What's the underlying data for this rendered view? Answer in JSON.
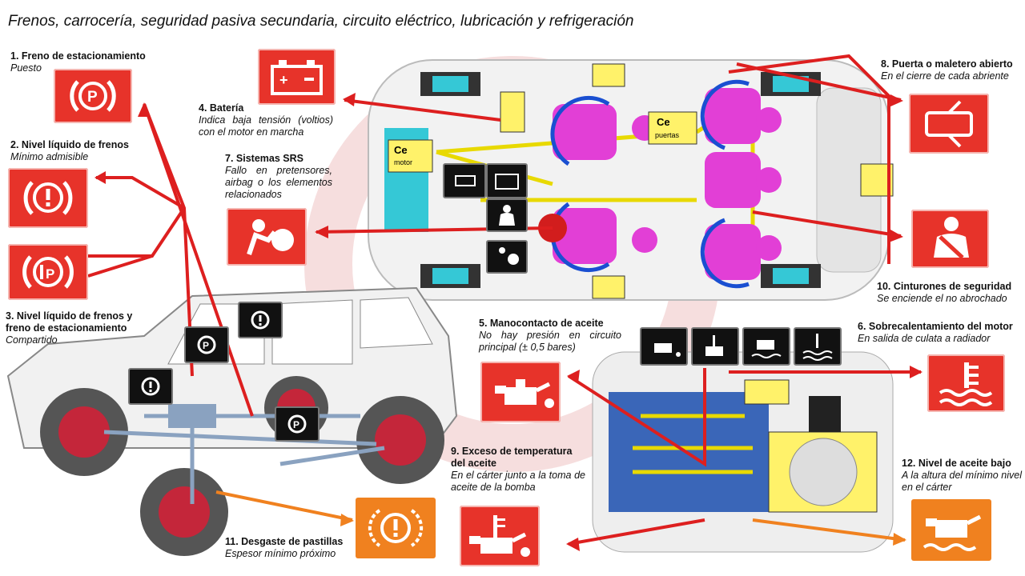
{
  "title": "Frenos, carrocería, seguridad pasiva secundaria, circuito eléctrico, lubricación y refrigeración",
  "labels": {
    "l1": {
      "title": "1. Freno de estacionamiento",
      "desc": "Puesto"
    },
    "l2": {
      "title": "2. Nivel líquido de frenos",
      "desc": "Mínimo admisible"
    },
    "l3": {
      "title": "3. Nivel líquido de frenos y freno de estacionamiento",
      "desc": "Compartido"
    },
    "l4": {
      "title": "4. Batería",
      "desc": "Indica baja tensión (voltios) con el motor en marcha"
    },
    "l5": {
      "title": "5. Manocontacto de aceite",
      "desc": "No hay presión en circuito principal (± 0,5 bares)"
    },
    "l6": {
      "title": "6. Sobrecalentamiento del motor",
      "desc": "En salida de culata a radiador"
    },
    "l7": {
      "title": "7. Sistemas SRS",
      "desc": "Fallo en pretensores, airbag o los elementos relacionados"
    },
    "l8": {
      "title": "8. Puerta o maletero abierto",
      "desc": "En el cierre de cada abriente"
    },
    "l9": {
      "title": "9. Exceso de temperatura del aceite",
      "desc": "En el cárter junto a la toma de aceite de la bomba"
    },
    "l10": {
      "title": "10. Cinturones de seguridad",
      "desc": "Se enciende el no abrochado"
    },
    "l11": {
      "title": "11. Desgaste de pastillas",
      "desc": "Espesor mínimo próximo"
    },
    "l12": {
      "title": "12. Nivel de aceite bajo",
      "desc": "A la altura del mínimo nivel en el cárter"
    }
  },
  "ce": {
    "motor_title": "Ce",
    "motor_sub": "motor",
    "doors_title": "Ce",
    "doors_sub": "puertas"
  },
  "colors": {
    "warning_red": "#e7332a",
    "wear_orange": "#f0811f",
    "wire_red": "#dd1f1f",
    "seat_magenta": "#e23fd6",
    "ce_yellow": "#fff26a",
    "cyan": "#35c8d6"
  },
  "icons": [
    "parking-brake-icon",
    "brake-fluid-icon",
    "brake-shared-icon",
    "battery-icon",
    "oil-pressure-icon",
    "coolant-temp-icon",
    "airbag-icon",
    "door-open-icon",
    "oil-temp-icon",
    "seatbelt-icon",
    "pad-wear-icon",
    "oil-level-icon"
  ]
}
